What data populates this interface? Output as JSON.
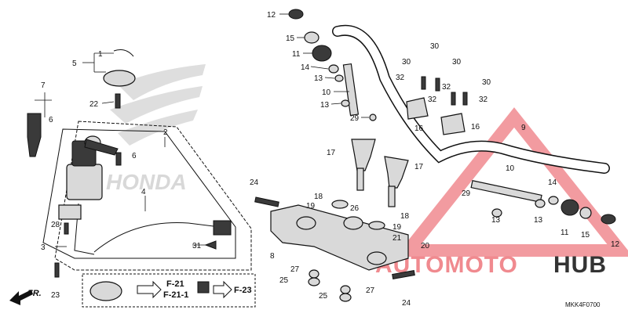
{
  "diagram": {
    "code": "MKK4F0700",
    "direction_label": "FR.",
    "watermark": {
      "left": "AUTOMOTO",
      "right": "HUB",
      "color_left": "#f08a8f",
      "color_right": "#333333"
    },
    "refs": [
      "F-21",
      "F-21-1",
      "F-23"
    ],
    "callouts": [
      {
        "id": "c12a",
        "text": "12"
      },
      {
        "id": "c15a",
        "text": "15"
      },
      {
        "id": "c11a",
        "text": "11"
      },
      {
        "id": "c14a",
        "text": "14"
      },
      {
        "id": "c13a",
        "text": "13"
      },
      {
        "id": "c10a",
        "text": "10"
      },
      {
        "id": "c13b",
        "text": "13"
      },
      {
        "id": "c29a",
        "text": "29"
      },
      {
        "id": "c30a",
        "text": "30"
      },
      {
        "id": "c30b",
        "text": "30"
      },
      {
        "id": "c30c",
        "text": "30"
      },
      {
        "id": "c30d",
        "text": "30"
      },
      {
        "id": "c32a",
        "text": "32"
      },
      {
        "id": "c32b",
        "text": "32"
      },
      {
        "id": "c32c",
        "text": "32"
      },
      {
        "id": "c32d",
        "text": "32"
      },
      {
        "id": "c16a",
        "text": "16"
      },
      {
        "id": "c16b",
        "text": "16"
      },
      {
        "id": "c9",
        "text": "9"
      },
      {
        "id": "c17a",
        "text": "17"
      },
      {
        "id": "c17b",
        "text": "17"
      },
      {
        "id": "c10b",
        "text": "10"
      },
      {
        "id": "c14b",
        "text": "14"
      },
      {
        "id": "c29b",
        "text": "29"
      },
      {
        "id": "c13c",
        "text": "13"
      },
      {
        "id": "c13d",
        "text": "13"
      },
      {
        "id": "c11b",
        "text": "11"
      },
      {
        "id": "c15b",
        "text": "15"
      },
      {
        "id": "c12b",
        "text": "12"
      },
      {
        "id": "c24a",
        "text": "24"
      },
      {
        "id": "c18a",
        "text": "18"
      },
      {
        "id": "c19a",
        "text": "19"
      },
      {
        "id": "c26",
        "text": "26"
      },
      {
        "id": "c18b",
        "text": "18"
      },
      {
        "id": "c19b",
        "text": "19"
      },
      {
        "id": "c21",
        "text": "21"
      },
      {
        "id": "c20",
        "text": "20"
      },
      {
        "id": "c8",
        "text": "8"
      },
      {
        "id": "c27a",
        "text": "27"
      },
      {
        "id": "c25a",
        "text": "25"
      },
      {
        "id": "c27b",
        "text": "27"
      },
      {
        "id": "c25b",
        "text": "25"
      },
      {
        "id": "c24b",
        "text": "24"
      },
      {
        "id": "c5",
        "text": "5"
      },
      {
        "id": "c1",
        "text": "1"
      },
      {
        "id": "c7",
        "text": "7"
      },
      {
        "id": "c6a",
        "text": "6"
      },
      {
        "id": "c22",
        "text": "22"
      },
      {
        "id": "c2",
        "text": "2"
      },
      {
        "id": "c6b",
        "text": "6"
      },
      {
        "id": "c4",
        "text": "4"
      },
      {
        "id": "c28",
        "text": "28"
      },
      {
        "id": "c3",
        "text": "3"
      },
      {
        "id": "c31",
        "text": "31"
      },
      {
        "id": "c23",
        "text": "23"
      }
    ]
  }
}
